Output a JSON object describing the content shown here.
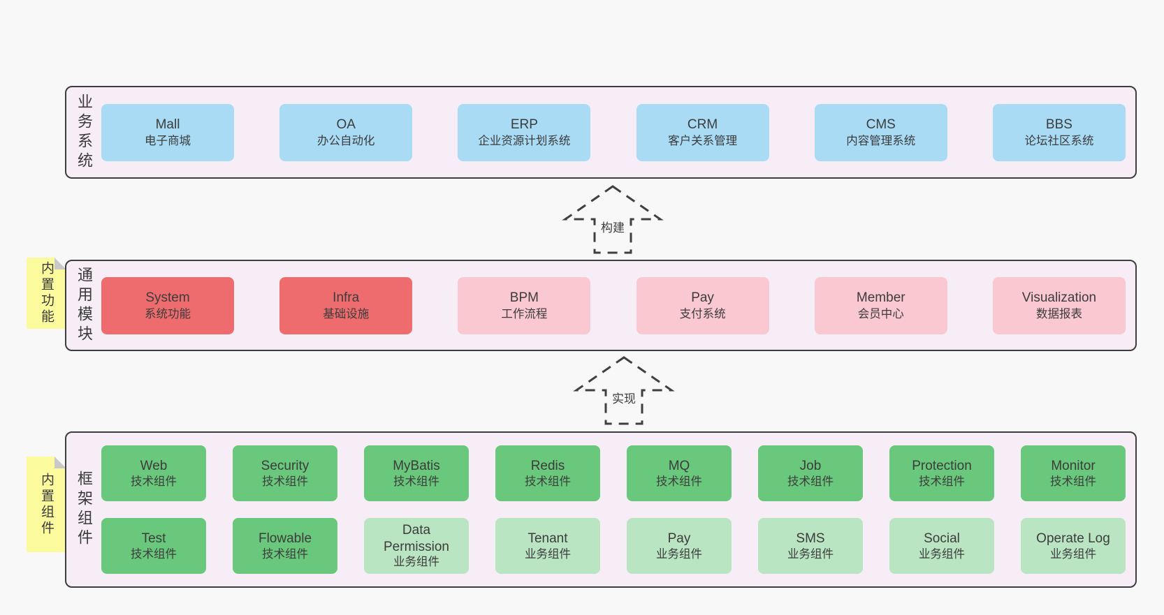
{
  "palette": {
    "page_bg": "#f8f8f8",
    "band_bg": "#f7edf6",
    "band_border": "#3d3d3d",
    "text": "#3c3c3c",
    "blue": "#a9dbf5",
    "red": "#ee6c6e",
    "pink": "#f9c8d0",
    "green": "#69c87c",
    "lightgreen": "#bae5c3",
    "sticky_yellow": "#fbfa9d",
    "sticky_fold": "#c9c9c9",
    "arrow_stroke": "#3f3f3f"
  },
  "bands": [
    {
      "name": "业务系统",
      "boxes": [
        {
          "title": "Mall",
          "subtitle": "电子商城",
          "variant": "blue"
        },
        {
          "title": "OA",
          "subtitle": "办公自动化",
          "variant": "blue"
        },
        {
          "title": "ERP",
          "subtitle": "企业资源计划系统",
          "variant": "blue"
        },
        {
          "title": "CRM",
          "subtitle": "客户关系管理",
          "variant": "blue"
        },
        {
          "title": "CMS",
          "subtitle": "内容管理系统",
          "variant": "blue"
        },
        {
          "title": "BBS",
          "subtitle": "论坛社区系统",
          "variant": "blue"
        }
      ]
    },
    {
      "name": "通用模块",
      "sticky": "内置功能",
      "boxes": [
        {
          "title": "System",
          "subtitle": "系统功能",
          "variant": "red"
        },
        {
          "title": "Infra",
          "subtitle": "基础设施",
          "variant": "red"
        },
        {
          "title": "BPM",
          "subtitle": "工作流程",
          "variant": "pink"
        },
        {
          "title": "Pay",
          "subtitle": "支付系统",
          "variant": "pink"
        },
        {
          "title": "Member",
          "subtitle": "会员中心",
          "variant": "pink"
        },
        {
          "title": "Visualization",
          "subtitle": "数据报表",
          "variant": "pink"
        }
      ]
    },
    {
      "name": "框架组件",
      "sticky": "内置组件",
      "rows": [
        [
          {
            "title": "Web",
            "subtitle": "技术组件",
            "variant": "green"
          },
          {
            "title": "Security",
            "subtitle": "技术组件",
            "variant": "green"
          },
          {
            "title": "MyBatis",
            "subtitle": "技术组件",
            "variant": "green"
          },
          {
            "title": "Redis",
            "subtitle": "技术组件",
            "variant": "green"
          },
          {
            "title": "MQ",
            "subtitle": "技术组件",
            "variant": "green"
          },
          {
            "title": "Job",
            "subtitle": "技术组件",
            "variant": "green"
          },
          {
            "title": "Protection",
            "subtitle": "技术组件",
            "variant": "green"
          },
          {
            "title": "Monitor",
            "subtitle": "技术组件",
            "variant": "green"
          }
        ],
        [
          {
            "title": "Test",
            "subtitle": "技术组件",
            "variant": "green"
          },
          {
            "title": "Flowable",
            "subtitle": "技术组件",
            "variant": "green"
          },
          {
            "title": "Data Permission",
            "subtitle": "业务组件",
            "variant": "lightgreen"
          },
          {
            "title": "Tenant",
            "subtitle": "业务组件",
            "variant": "lightgreen"
          },
          {
            "title": "Pay",
            "subtitle": "业务组件",
            "variant": "lightgreen"
          },
          {
            "title": "SMS",
            "subtitle": "业务组件",
            "variant": "lightgreen"
          },
          {
            "title": "Social",
            "subtitle": "业务组件",
            "variant": "lightgreen"
          },
          {
            "title": "Operate Log",
            "subtitle": "业务组件",
            "variant": "lightgreen"
          }
        ]
      ]
    }
  ],
  "arrows": [
    {
      "label": "构建"
    },
    {
      "label": "实现"
    }
  ]
}
